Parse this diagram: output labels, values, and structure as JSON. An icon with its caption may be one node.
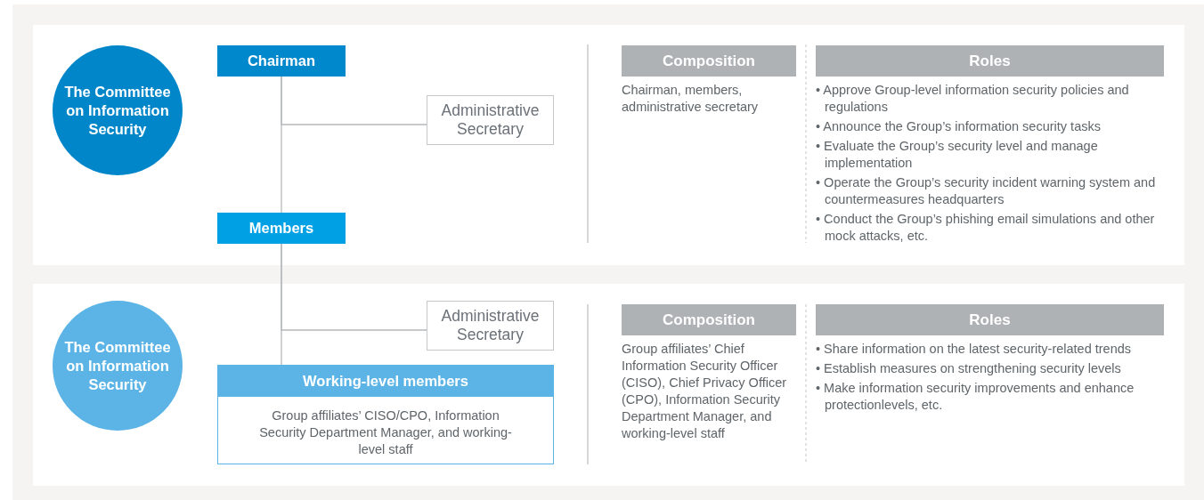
{
  "diagram": {
    "nodes": [
      {
        "text": [
          "The Committee on Information Security"
        ]
      },
      {
        "text": [
          "Chairman"
        ]
      },
      {
        "text": [
          "Administrative Secretary"
        ]
      },
      {
        "text": [
          "Members"
        ]
      },
      {
        "text": [
          "Composition"
        ]
      },
      {
        "text": [
          "Roles"
        ]
      },
      {
        "text": [
          "The Committee on Information Security"
        ]
      },
      {
        "text": [
          "Administrative Secretary"
        ]
      },
      {
        "text": [
          "Working-level members",
          "Group affiliates’ CISO/CPO, Information Security Department Manager, and working-level staff"
        ]
      },
      {
        "text": [
          "Composition"
        ]
      },
      {
        "text": [
          "Roles"
        ]
      }
    ],
    "edges": [
      {
        "from": 1,
        "to": 3,
        "arrow": "none"
      },
      {
        "from": 1,
        "to": 2,
        "arrow": "none"
      },
      {
        "from": 3,
        "to": 8,
        "arrow": "none"
      },
      {
        "from": 3,
        "to": 7,
        "arrow": "none"
      }
    ],
    "labels": [
      "Chairman, members, administrative secretary",
      "• Approve Group-level information security policies and regulations",
      "• Announce the Group’s information security tasks",
      "• Evaluate the Group’s security level and manage implementation",
      "• Operate the Group’s security incident warning system and countermeasures headquarters",
      "• Conduct the Group’s phishing email simulations and other mock attacks, etc.",
      "Group affiliates’ Chief Information Security Officer (CISO), Chief Privacy Officer (CPO), Information Security Department Manager, and working-level staff",
      "• Share information on the latest security-related trends",
      "• Establish measures on strengthening security levels",
      "• Make information security improvements and enhance protectionlevels, etc."
    ]
  }
}
